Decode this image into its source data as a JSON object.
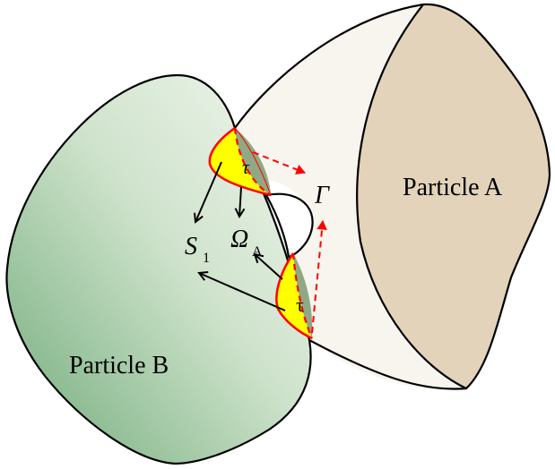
{
  "diagram": {
    "particle_a": {
      "label": "Particle A",
      "face_color": "#e2d3ba",
      "body_color": "#f8f5ef"
    },
    "particle_b": {
      "label": "Particle B",
      "gradient_dark": "#7ab482",
      "gradient_light": "#eef5ea"
    },
    "contact_regions": {
      "fill_yellow": "#ffff00",
      "fill_overlap": "#8fa985",
      "outline_color": "#ff0000",
      "upper_label": "τ",
      "lower_label": "τ"
    },
    "symbols": {
      "s1_main": "S",
      "s1_sub": "1",
      "omega_main": "Ω",
      "omega_sub": "A",
      "gamma": "Γ"
    },
    "colors": {
      "stroke": "#000000",
      "dashed_arrow": "#ff0000"
    }
  }
}
